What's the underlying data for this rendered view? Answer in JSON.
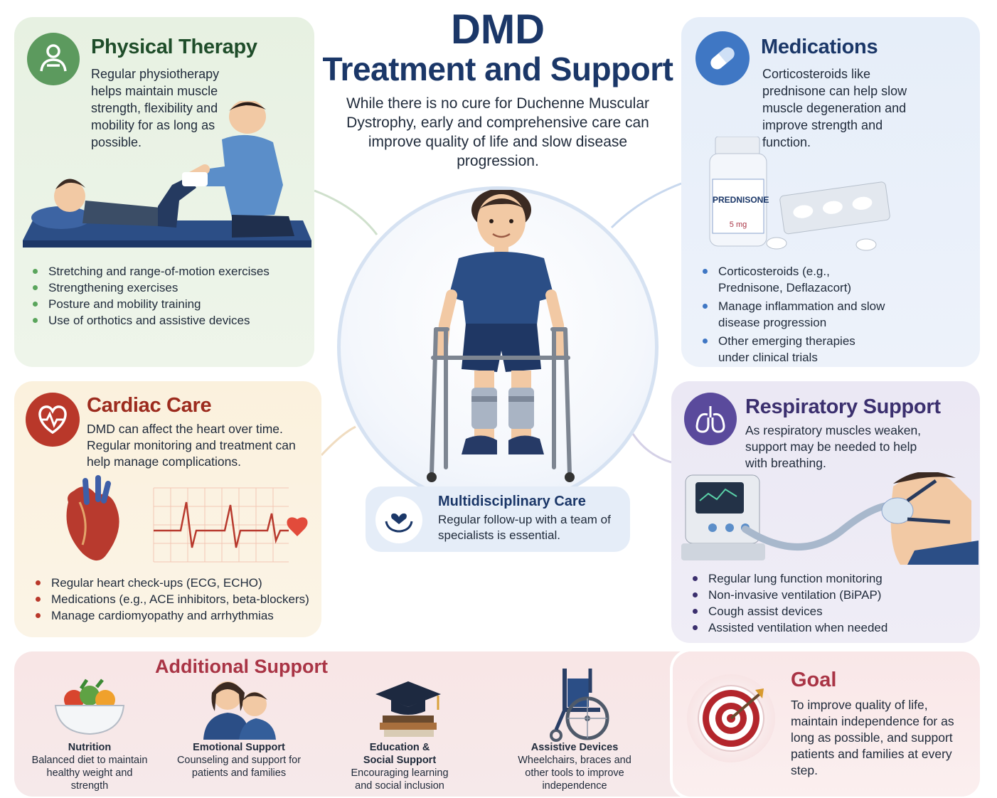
{
  "header": {
    "title_line1": "DMD",
    "title_line2": "Treatment and Support",
    "intro": "While there is no cure for Duchenne Muscular Dystrophy, early and comprehensive care can improve quality of life and slow disease progression."
  },
  "physical_therapy": {
    "title": "Physical Therapy",
    "description": "Regular physiotherapy helps maintain muscle strength, flexibility and mobility for as long as possible.",
    "bullets": [
      "Stretching and range-of-motion exercises",
      "Strengthening exercises",
      "Posture and mobility training",
      "Use of orthotics and assistive devices"
    ]
  },
  "medications": {
    "title": "Medications",
    "description": "Corticosteroids like prednisone can help slow muscle degeneration and improve strength and function.",
    "bottle_label": "PREDNISONE",
    "bottle_dose": "5 mg",
    "bullets": [
      "Corticosteroids (e.g., Prednisone, Deflazacort)",
      "Manage inflammation and slow disease progression",
      "Other emerging therapies under clinical trials"
    ]
  },
  "cardiac": {
    "title": "Cardiac Care",
    "description": "DMD can affect the heart over time. Regular monitoring and treatment can help manage complications.",
    "bullets": [
      "Regular heart check-ups (ECG, ECHO)",
      "Medications (e.g., ACE inhibitors, beta-blockers)",
      "Manage cardiomyopathy and arrhythmias"
    ]
  },
  "respiratory": {
    "title": "Respiratory Support",
    "description": "As respiratory muscles weaken, support may be needed to help with breathing.",
    "bullets": [
      "Regular lung function monitoring",
      "Non-invasive ventilation (BiPAP)",
      "Cough assist devices",
      "Assisted ventilation when needed"
    ]
  },
  "multidisciplinary": {
    "title": "Multidisciplinary Care",
    "description": "Regular follow-up with a team of specialists is essential."
  },
  "additional": {
    "title": "Additional Support",
    "items": [
      {
        "title": "Nutrition",
        "text": "Balanced diet to maintain healthy weight and strength"
      },
      {
        "title": "Emotional Support",
        "text": "Counseling and support for patients and families"
      },
      {
        "title": "Education & Social Support",
        "text": "Encouraging learning and social inclusion"
      },
      {
        "title": "Assistive Devices",
        "text": "Wheelchairs, braces and other tools to improve independence"
      }
    ]
  },
  "goal": {
    "title": "Goal",
    "description": "To improve quality of life, maintain independence for as long as possible, and support patients and families at every step."
  },
  "colors": {
    "navy": "#1b3768",
    "green": "#1f4d2a",
    "cardiac": "#9c2b1e",
    "respiratory": "#3b2f6e",
    "additional": "#a93445",
    "goal": "#a93445"
  }
}
